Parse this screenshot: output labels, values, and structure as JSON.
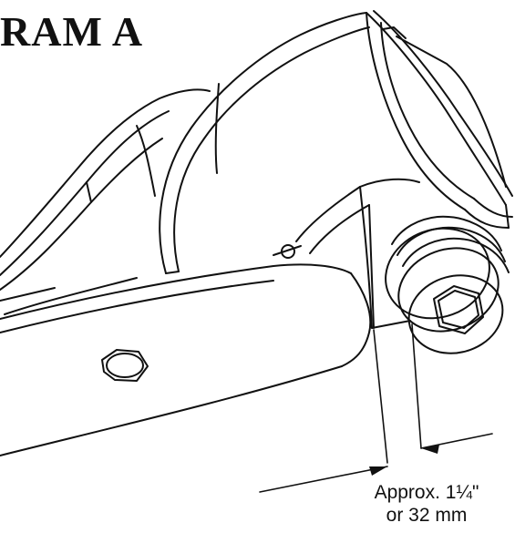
{
  "diagram": {
    "title": "RAM A",
    "dimension": {
      "line1": "Approx. 1¼\"",
      "line2": "or 32 mm"
    }
  },
  "colors": {
    "ink": "#111111",
    "paper": "#ffffff"
  }
}
